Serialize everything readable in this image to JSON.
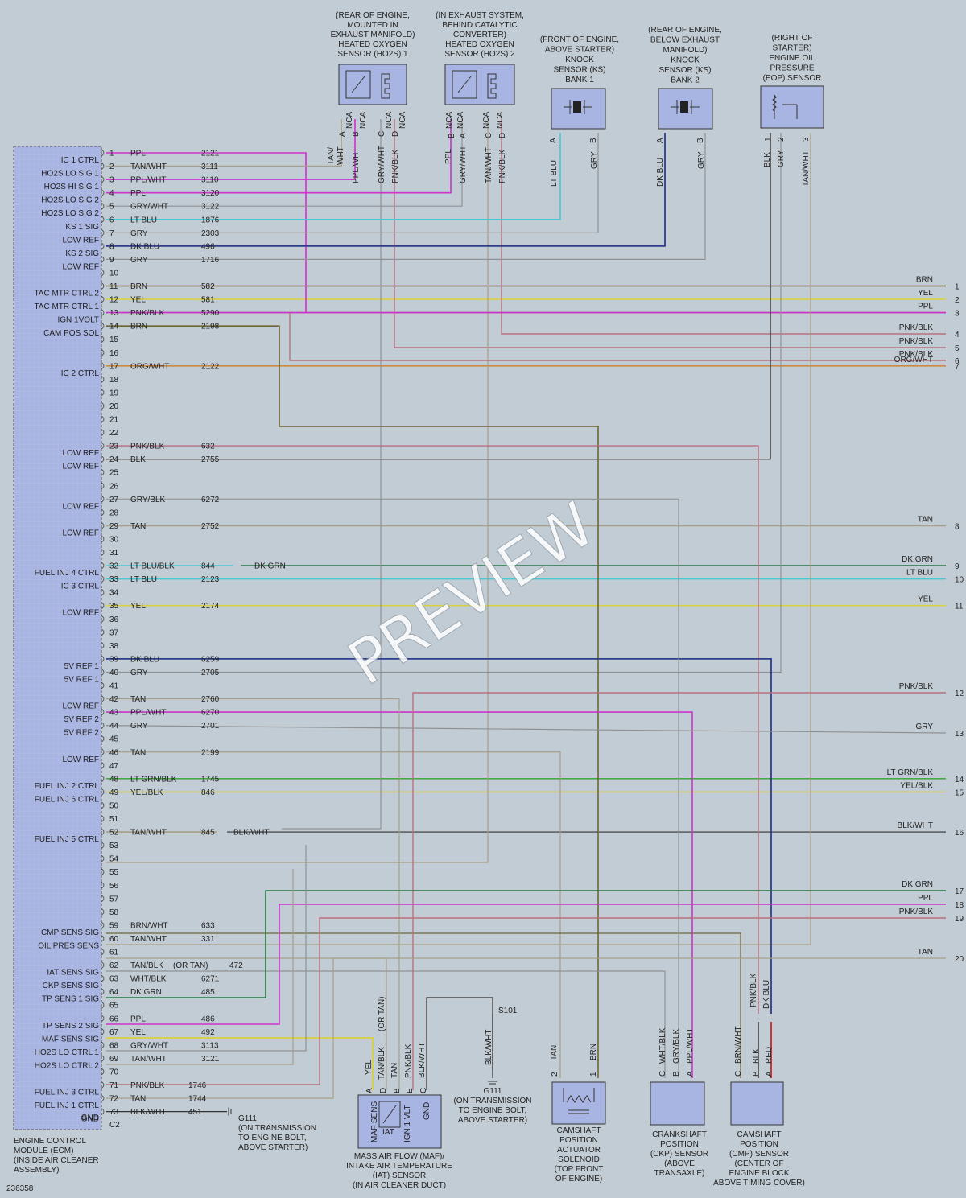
{
  "diagram_id": "236358",
  "watermark": "PREVIEW",
  "colors": {
    "PPL": "#cc33cc",
    "TAN": "#a79f87",
    "GRY": "#8f9294",
    "BRN": "#6e6534",
    "YEL": "#d8d040",
    "LT BLU": "#44c8d6",
    "DK BLU": "#2e3d8c",
    "BLK": "#333333",
    "PNK": "#b87080",
    "ORG": "#cc8a40",
    "DK GRN": "#227744",
    "LT GRN": "#44aa44",
    "RED": "#cc2222"
  },
  "ecm": {
    "label": [
      "ENGINE CONTROL",
      "MODULE (ECM)",
      "(INSIDE AIR CLEANER",
      "ASSEMBLY)"
    ],
    "c2": "C2",
    "gnd_label": "GND",
    "g111_label": [
      "G111",
      "(ON TRANSMISSION",
      "TO ENGINE BOLT,",
      "ABOVE STARTER)"
    ],
    "pin_labels": [
      {
        "pin": 1,
        "text": "IC 1 CTRL"
      },
      {
        "pin": 2,
        "text": "HO2S LO SIG 1"
      },
      {
        "pin": 3,
        "text": "HO2S HI SIG 1"
      },
      {
        "pin": 4,
        "text": "HO2S LO SIG 2"
      },
      {
        "pin": 5,
        "text": "HO2S LO SIG 2"
      },
      {
        "pin": 6,
        "text": "KS 1 SIG"
      },
      {
        "pin": 7,
        "text": "LOW REF"
      },
      {
        "pin": 8,
        "text": "KS 2 SIG"
      },
      {
        "pin": 9,
        "text": "LOW REF"
      },
      {
        "pin": 11,
        "text": "TAC MTR CTRL 2"
      },
      {
        "pin": 12,
        "text": "TAC MTR CTRL 1"
      },
      {
        "pin": 13,
        "text": "IGN 1VOLT"
      },
      {
        "pin": 14,
        "text": "CAM POS SOL"
      },
      {
        "pin": 17,
        "text": "IC 2 CTRL"
      },
      {
        "pin": 23,
        "text": "LOW REF"
      },
      {
        "pin": 24,
        "text": "LOW REF"
      },
      {
        "pin": 27,
        "text": "LOW REF"
      },
      {
        "pin": 29,
        "text": "LOW REF"
      },
      {
        "pin": 32,
        "text": "FUEL INJ 4 CTRL"
      },
      {
        "pin": 33,
        "text": "IC 3 CTRL"
      },
      {
        "pin": 35,
        "text": "LOW REF"
      },
      {
        "pin": 39,
        "text": "5V REF 1"
      },
      {
        "pin": 40,
        "text": "5V REF 1"
      },
      {
        "pin": 42,
        "text": "LOW REF"
      },
      {
        "pin": 43,
        "text": "5V REF 2"
      },
      {
        "pin": 44,
        "text": "5V REF 2"
      },
      {
        "pin": 46,
        "text": "LOW REF"
      },
      {
        "pin": 48,
        "text": "FUEL INJ 2 CTRL"
      },
      {
        "pin": 49,
        "text": "FUEL INJ 6 CTRL"
      },
      {
        "pin": 52,
        "text": "FUEL INJ 5 CTRL"
      },
      {
        "pin": 59,
        "text": "CMP SENS SIG"
      },
      {
        "pin": 60,
        "text": "OIL PRES SENS"
      },
      {
        "pin": 62,
        "text": "IAT SENS SIG"
      },
      {
        "pin": 63,
        "text": "CKP SENS SIG"
      },
      {
        "pin": 64,
        "text": "TP SENS 1 SIG"
      },
      {
        "pin": 66,
        "text": "TP SENS 2 SIG"
      },
      {
        "pin": 67,
        "text": "MAF SENS SIG"
      },
      {
        "pin": 68,
        "text": "HO2S LO CTRL 1"
      },
      {
        "pin": 69,
        "text": "HO2S LO CTRL 2"
      },
      {
        "pin": 71,
        "text": "FUEL INJ 3 CTRL"
      },
      {
        "pin": 72,
        "text": "FUEL INJ 1 CTRL"
      },
      {
        "pin": 73,
        "text": "GND"
      }
    ],
    "wires": [
      {
        "pin": 1,
        "color": "PPL",
        "circuit": "2121"
      },
      {
        "pin": 2,
        "color": "TAN/WHT",
        "circuit": "3111"
      },
      {
        "pin": 3,
        "color": "PPL/WHT",
        "circuit": "3110"
      },
      {
        "pin": 4,
        "color": "PPL",
        "circuit": "3120"
      },
      {
        "pin": 5,
        "color": "GRY/WHT",
        "circuit": "3122"
      },
      {
        "pin": 6,
        "color": "LT BLU",
        "circuit": "1876"
      },
      {
        "pin": 7,
        "color": "GRY",
        "circuit": "2303"
      },
      {
        "pin": 8,
        "color": "DK BLU",
        "circuit": "496"
      },
      {
        "pin": 9,
        "color": "GRY",
        "circuit": "1716"
      },
      {
        "pin": 11,
        "color": "BRN",
        "circuit": "582"
      },
      {
        "pin": 12,
        "color": "YEL",
        "circuit": "581"
      },
      {
        "pin": 13,
        "color": "PNK/BLK",
        "circuit": "5290"
      },
      {
        "pin": 14,
        "color": "BRN",
        "circuit": "2198"
      },
      {
        "pin": 17,
        "color": "ORG/WHT",
        "circuit": "2122"
      },
      {
        "pin": 23,
        "color": "PNK/BLK",
        "circuit": "632"
      },
      {
        "pin": 24,
        "color": "BLK",
        "circuit": "2755"
      },
      {
        "pin": 27,
        "color": "GRY/BLK",
        "circuit": "6272"
      },
      {
        "pin": 29,
        "color": "TAN",
        "circuit": "2752"
      },
      {
        "pin": 32,
        "color": "LT BLU/BLK",
        "circuit": "844"
      },
      {
        "pin": 33,
        "color": "LT BLU",
        "circuit": "2123"
      },
      {
        "pin": 35,
        "color": "YEL",
        "circuit": "2174"
      },
      {
        "pin": 39,
        "color": "DK BLU",
        "circuit": "6259"
      },
      {
        "pin": 40,
        "color": "GRY",
        "circuit": "2705"
      },
      {
        "pin": 42,
        "color": "TAN",
        "circuit": "2760"
      },
      {
        "pin": 43,
        "color": "PPL/WHT",
        "circuit": "6270"
      },
      {
        "pin": 44,
        "color": "GRY",
        "circuit": "2701"
      },
      {
        "pin": 46,
        "color": "TAN",
        "circuit": "2199"
      },
      {
        "pin": 48,
        "color": "LT GRN/BLK",
        "circuit": "1745"
      },
      {
        "pin": 49,
        "color": "YEL/BLK",
        "circuit": "846"
      },
      {
        "pin": 52,
        "color": "TAN/WHT",
        "circuit": "845"
      },
      {
        "pin": 59,
        "color": "BRN/WHT",
        "circuit": "633"
      },
      {
        "pin": 60,
        "color": "TAN/WHT",
        "circuit": "331"
      },
      {
        "pin": 62,
        "color": "TAN/BLK",
        "circuit": "472"
      },
      {
        "pin": 63,
        "color": "WHT/BLK",
        "circuit": "6271"
      },
      {
        "pin": 64,
        "color": "DK GRN",
        "circuit": "485"
      },
      {
        "pin": 66,
        "color": "PPL",
        "circuit": "486"
      },
      {
        "pin": 67,
        "color": "YEL",
        "circuit": "492"
      },
      {
        "pin": 68,
        "color": "GRY/WHT",
        "circuit": "3113"
      },
      {
        "pin": 69,
        "color": "TAN/WHT",
        "circuit": "3121"
      },
      {
        "pin": 71,
        "color": "PNK/BLK",
        "circuit": "1746"
      },
      {
        "pin": 72,
        "color": "TAN",
        "circuit": "1744"
      },
      {
        "pin": 73,
        "color": "BLK/WHT",
        "circuit": "451"
      }
    ],
    "pin62_alt": "(OR TAN)",
    "splice_32": "DK GRN",
    "splice_52": "BLK/WHT"
  },
  "right_outputs": [
    {
      "num": "1",
      "color": "BRN"
    },
    {
      "num": "2",
      "color": "YEL"
    },
    {
      "num": "3",
      "color": "PPL"
    },
    {
      "num": "4",
      "color": "PNK/BLK"
    },
    {
      "num": "5",
      "color": "PNK/BLK"
    },
    {
      "num": "6",
      "color": "PNK/BLK"
    },
    {
      "num": "7",
      "color": "ORG/WHT"
    },
    {
      "num": "8",
      "color": "TAN"
    },
    {
      "num": "9",
      "color": "DK GRN"
    },
    {
      "num": "10",
      "color": "LT BLU"
    },
    {
      "num": "11",
      "color": "YEL"
    },
    {
      "num": "12",
      "color": "PNK/BLK"
    },
    {
      "num": "13",
      "color": "GRY"
    },
    {
      "num": "14",
      "color": "LT GRN/BLK"
    },
    {
      "num": "15",
      "color": "YEL/BLK"
    },
    {
      "num": "16",
      "color": "BLK/WHT"
    },
    {
      "num": "17",
      "color": "DK GRN"
    },
    {
      "num": "18",
      "color": "PPL"
    },
    {
      "num": "19",
      "color": "PNK/BLK"
    },
    {
      "num": "20",
      "color": "TAN"
    }
  ],
  "components": {
    "ho2s1": {
      "label": [
        "(REAR OF ENGINE,",
        "MOUNTED IN",
        "EXHAUST MANIFOLD)",
        "HEATED OXYGEN",
        "SENSOR (HO2S) 1"
      ],
      "pins": [
        "A",
        "B",
        "C",
        "D"
      ],
      "nca": "NCA",
      "wires": [
        "TAN/ WHT",
        "PPL/WHT",
        "GRY/WHT",
        "PNK/BLK"
      ]
    },
    "ho2s2": {
      "label": [
        "(IN EXHAUST SYSTEM,",
        "BEHIND CATALYTIC",
        "CONVERTER)",
        "HEATED OXYGEN",
        "SENSOR (HO2S) 2"
      ],
      "pins": [
        "B",
        "A",
        "C",
        "D"
      ],
      "nca": "NCA",
      "wires": [
        "PPL",
        "GRY/WHT",
        "TAN/WHT",
        "PNK/BLK"
      ]
    },
    "ks1": {
      "label": [
        "(FRONT OF ENGINE,",
        "ABOVE STARTER)",
        "KNOCK",
        "SENSOR (KS)",
        "BANK 1"
      ],
      "pins": [
        "A",
        "B"
      ],
      "wires": [
        "LT BLU",
        "GRY"
      ]
    },
    "ks2": {
      "label": [
        "(REAR OF ENGINE,",
        "BELOW EXHAUST",
        "MANIFOLD)",
        "KNOCK",
        "SENSOR (KS)",
        "BANK 2"
      ],
      "pins": [
        "A",
        "B"
      ],
      "wires": [
        "DK BLU",
        "GRY"
      ]
    },
    "eop": {
      "label": [
        "(RIGHT OF",
        "STARTER)",
        "ENGINE OIL",
        "PRESSURE",
        "(EOP) SENSOR"
      ],
      "pins": [
        "1",
        "2",
        "3"
      ],
      "wires": [
        "BLK",
        "GRY",
        "TAN/WHT"
      ]
    },
    "maf": {
      "label": [
        "MASS AIR FLOW (MAF)/",
        "INTAKE AIR TEMPERATURE",
        "(IAT) SENSOR",
        "(IN AIR CLEANER DUCT)"
      ],
      "pins": [
        "A",
        "D",
        "B",
        "E",
        "C"
      ],
      "wires": [
        "YEL",
        "TAN/BLK",
        "TAN",
        "PNK/BLK",
        "BLK/WHT"
      ],
      "alt": "(OR TAN)",
      "inner": [
        "MAF SENS",
        "IAT",
        "IGN 1 VLT",
        "GND"
      ]
    },
    "g111b": {
      "label": [
        "G111",
        "(ON TRANSMISSION",
        "TO ENGINE BOLT,",
        "ABOVE STARTER)"
      ],
      "s101": "S101",
      "wire": "BLK/WHT"
    },
    "cmp_sol": {
      "label": [
        "CAMSHAFT",
        "POSITION",
        "ACTUATOR",
        "SOLENOID",
        "(TOP FRONT",
        "OF ENGINE)"
      ],
      "pins": [
        "2",
        "1"
      ],
      "wires": [
        "TAN",
        "BRN"
      ]
    },
    "ckp": {
      "label": [
        "CRANKSHAFT",
        "POSITION",
        "(CKP) SENSOR",
        "(ABOVE",
        "TRANSAXLE)"
      ],
      "pins": [
        "C",
        "B",
        "A"
      ],
      "wires": [
        "WHT/BLK",
        "GRY/BLK",
        "PPL/WHT"
      ]
    },
    "cmp": {
      "label": [
        "CAMSHAFT",
        "POSITION",
        "(CMP) SENSOR",
        "(CENTER OF",
        "ENGINE BLOCK",
        "ABOVE TIMING COVER)"
      ],
      "pins": [
        "C",
        "B",
        "A"
      ],
      "wires": [
        "BRN/WHT",
        "BLK",
        "RED"
      ],
      "upper": [
        "PNK/BLK",
        "DK BLU"
      ]
    }
  }
}
